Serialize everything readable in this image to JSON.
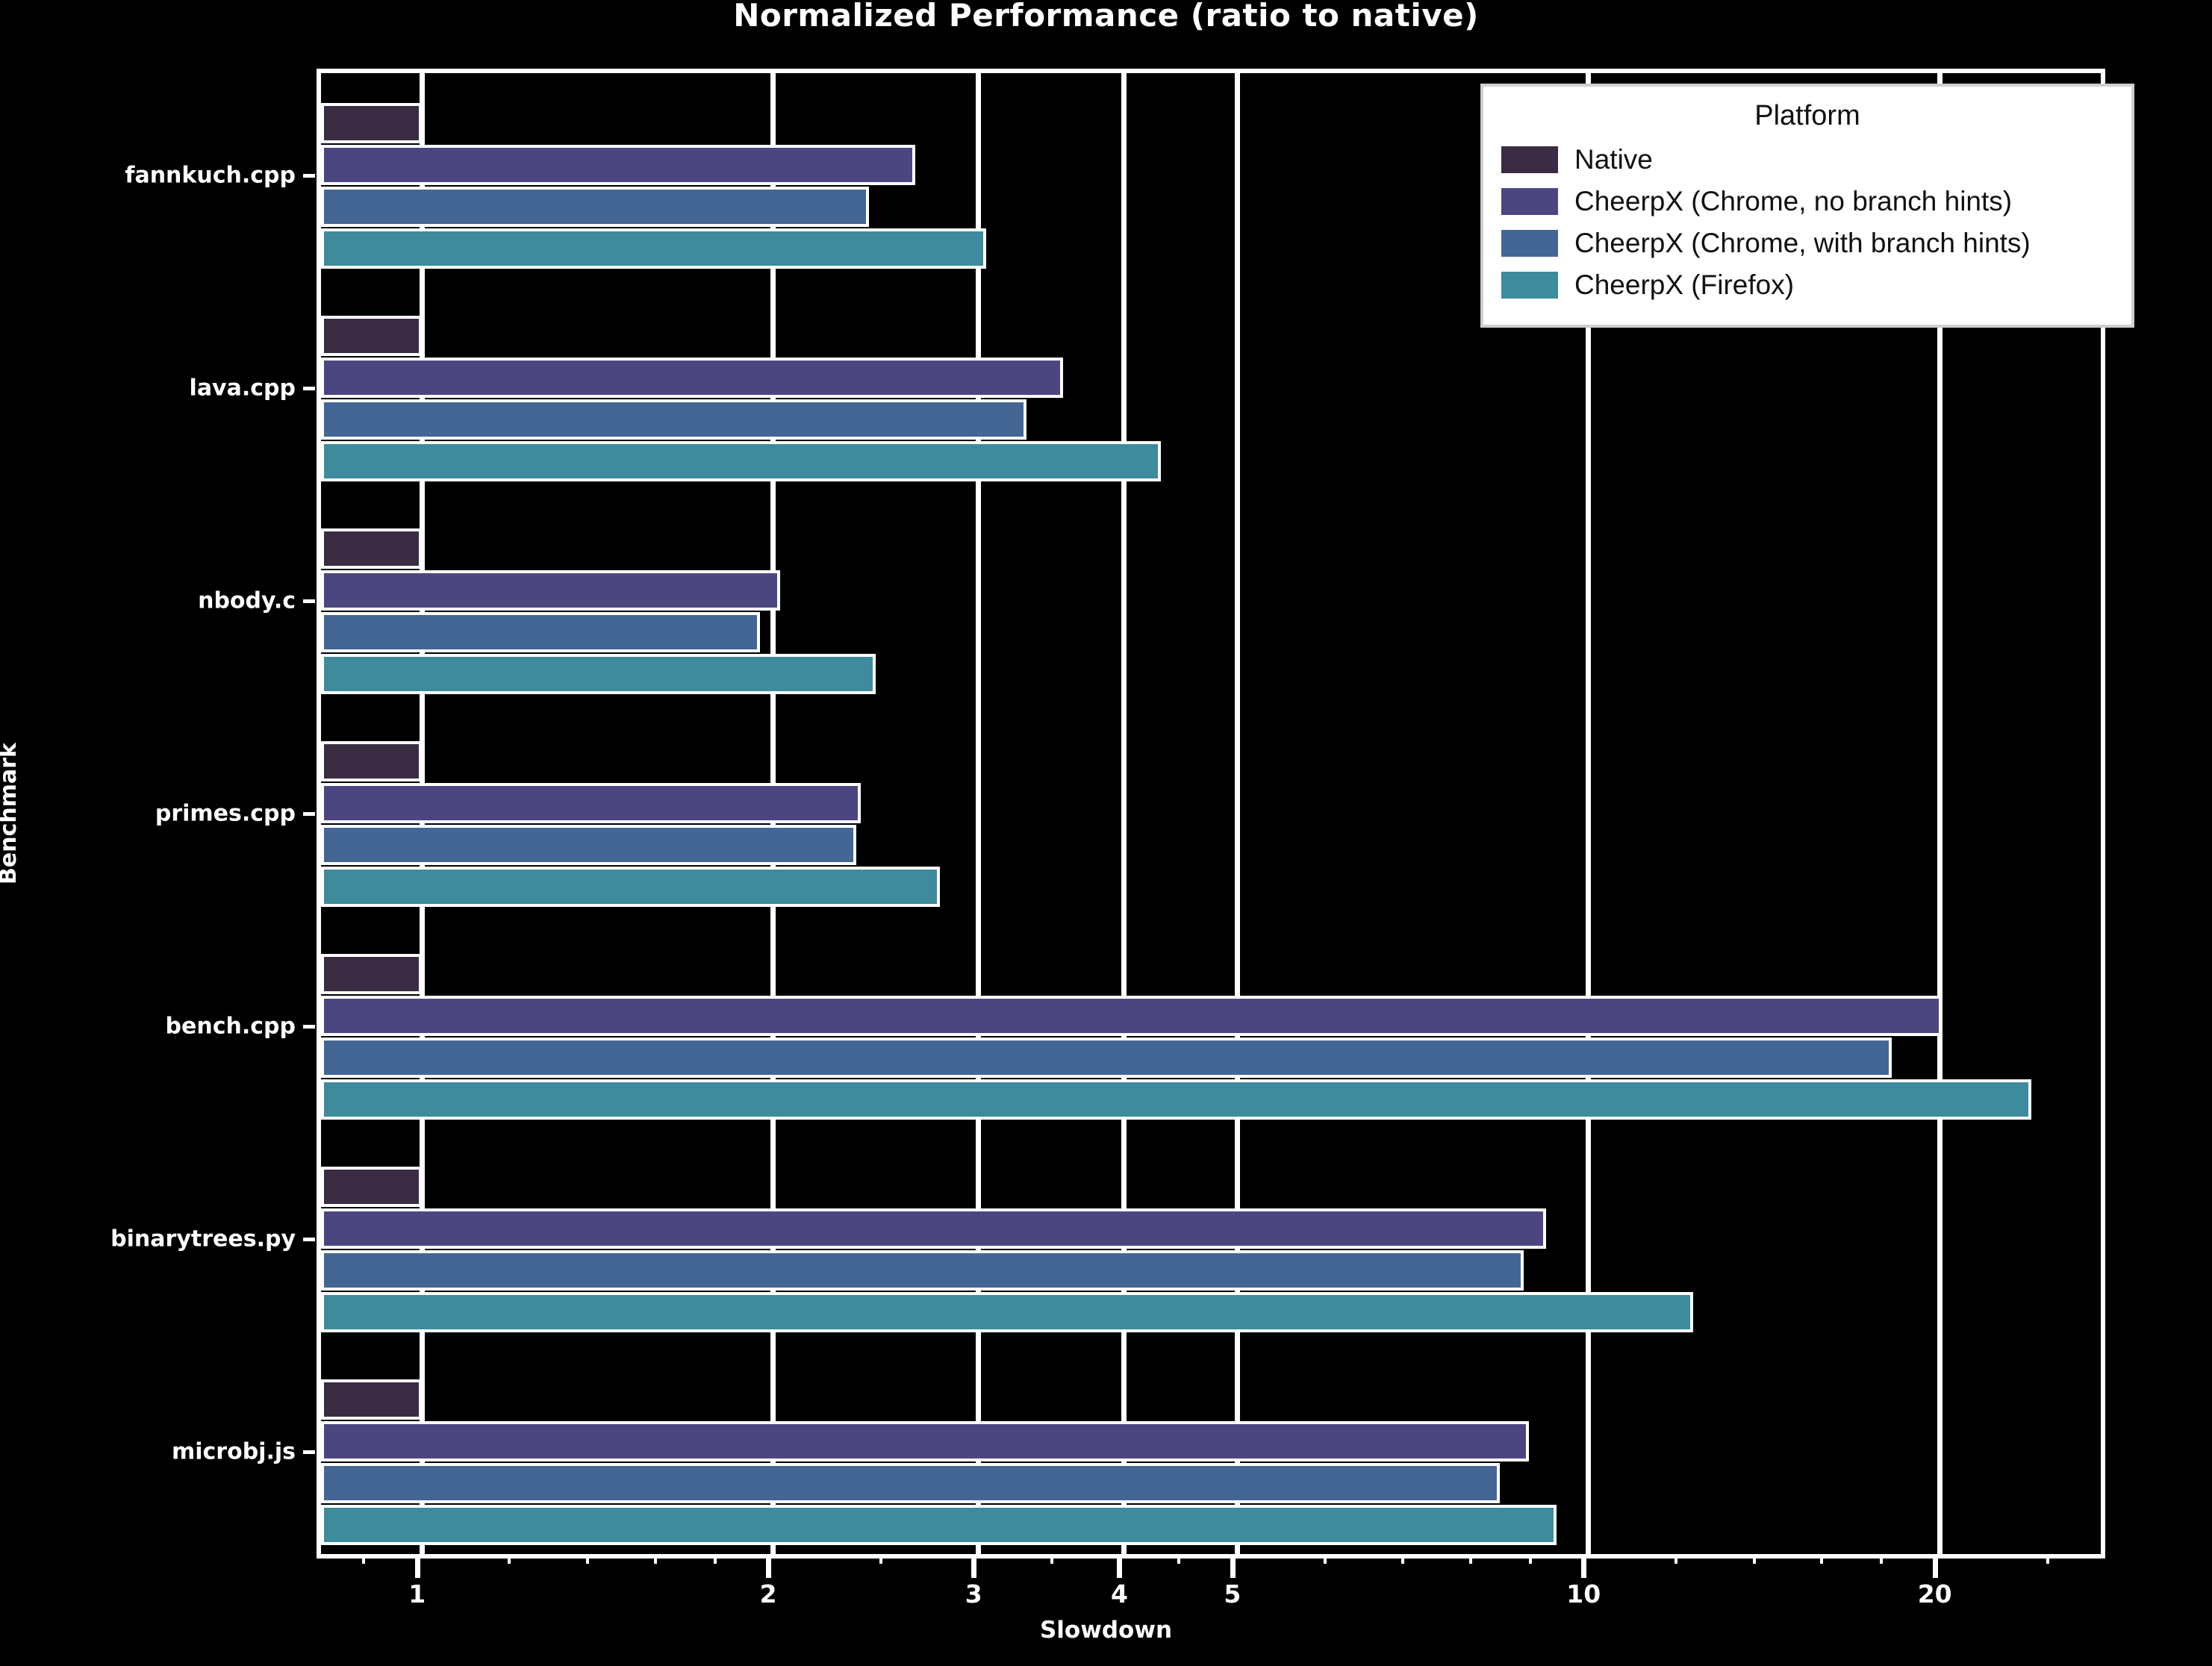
{
  "chart_data": {
    "type": "bar",
    "orientation": "horizontal",
    "title": "Normalized Performance (ratio to native)",
    "xlabel": "Slowdown",
    "ylabel": "Benchmark",
    "xscale": "log",
    "xlim": [
      0.82,
      28.0
    ],
    "grid": true,
    "xticks": [
      1,
      2,
      3,
      4,
      5,
      10,
      20
    ],
    "xticklabels": [
      "1",
      "2",
      "3",
      "4",
      "5",
      "10",
      "20"
    ],
    "categories": [
      "fannkuch.cpp",
      "lava.cpp",
      "nbody.c",
      "primes.cpp",
      "bench.cpp",
      "binarytrees.py",
      "microbj.js"
    ],
    "legend_title": "Platform",
    "legend_position": "upper right",
    "series": [
      {
        "name": "Native",
        "color": "#3a2c42",
        "values": [
          1.0,
          1.0,
          1.0,
          1.0,
          1.0,
          1.0,
          1.0
        ]
      },
      {
        "name": "CheerpX (Chrome, no branch hints)",
        "color": "#4c4680",
        "values": [
          2.65,
          3.55,
          2.03,
          2.38,
          20.1,
          9.2,
          8.9
        ]
      },
      {
        "name": "CheerpX (Chrome, with branch hints)",
        "color": "#436694",
        "values": [
          2.42,
          3.3,
          1.95,
          2.36,
          18.2,
          8.8,
          8.4
        ]
      },
      {
        "name": "CheerpX (Firefox)",
        "color": "#3d8b9c",
        "values": [
          3.05,
          4.3,
          2.45,
          2.78,
          24.0,
          12.3,
          9.4
        ]
      }
    ]
  },
  "style": {
    "background": "#000000",
    "foreground": "#ffffff",
    "legend_bg": "#ffffff",
    "legend_fg": "#111111"
  }
}
